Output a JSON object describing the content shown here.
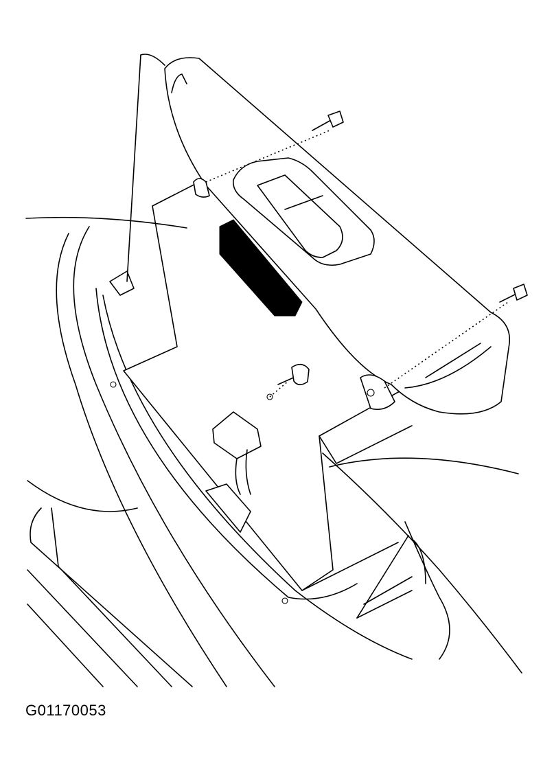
{
  "figure": {
    "id_label": "G01170053",
    "parts": [
      "power-window-switch-bezel",
      "window-switch",
      "screw",
      "screw",
      "screw",
      "bracket-plate",
      "wire-connector",
      "door-trim-console"
    ]
  }
}
